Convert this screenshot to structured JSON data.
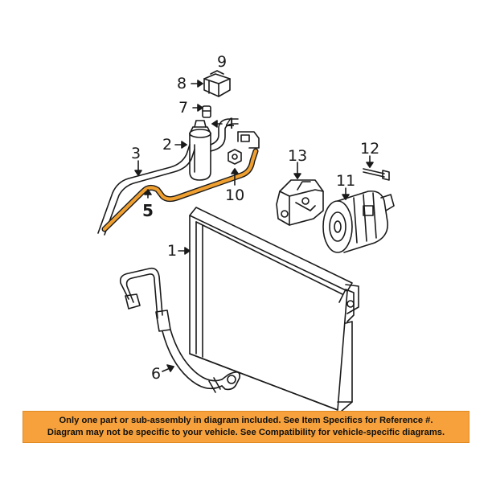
{
  "callouts": [
    {
      "id": "1",
      "label": "1"
    },
    {
      "id": "2",
      "label": "2"
    },
    {
      "id": "3",
      "label": "3"
    },
    {
      "id": "4",
      "label": "4"
    },
    {
      "id": "5",
      "label": "5"
    },
    {
      "id": "6",
      "label": "6"
    },
    {
      "id": "7",
      "label": "7"
    },
    {
      "id": "8",
      "label": "8"
    },
    {
      "id": "9",
      "label": "9"
    },
    {
      "id": "10",
      "label": "10"
    },
    {
      "id": "11",
      "label": "11"
    },
    {
      "id": "12",
      "label": "12"
    },
    {
      "id": "13",
      "label": "13"
    }
  ],
  "banner": {
    "line1": "Only one part or sub-assembly in diagram included. See Item Specifics for Reference #.",
    "line2": "Diagram may not be specific to your vehicle. See Compatibility for vehicle-specific diagrams."
  },
  "colors": {
    "highlight_part": "#f0a030",
    "banner_bg": "#f6a13c",
    "line_art": "#1a1a1a"
  }
}
